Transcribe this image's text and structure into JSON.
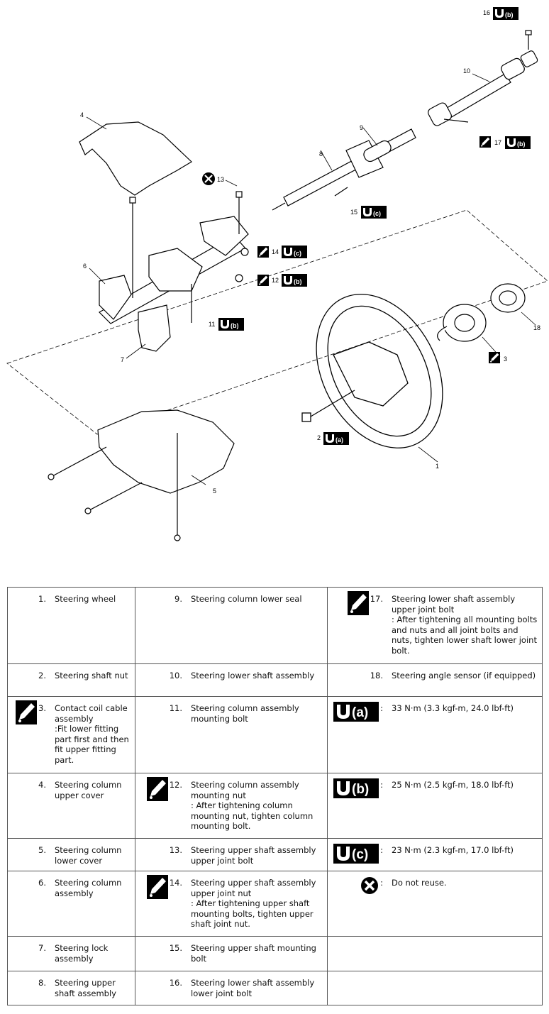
{
  "diagram": {
    "callouts": [
      "1",
      "2",
      "3",
      "4",
      "5",
      "6",
      "7",
      "8",
      "9",
      "10",
      "11",
      "12",
      "13",
      "14",
      "15",
      "16",
      "17",
      "18"
    ],
    "torque_marks": [
      "(a)",
      "(b)",
      "(c)"
    ]
  },
  "legend": {
    "rows": [
      [
        {
          "num": "1.",
          "text": "Steering wheel"
        },
        {
          "num": "9.",
          "text": "Steering column lower seal"
        },
        {
          "num": "17.",
          "icon": "apply-grease-icon",
          "text": "Steering lower shaft assembly upper joint bolt\n: After tightening all mounting bolts and nuts and all joint bolts and nuts, tighten lower shaft lower joint bolt."
        }
      ],
      [
        {
          "num": "2.",
          "text": "Steering shaft nut"
        },
        {
          "num": "10.",
          "text": "Steering lower shaft assembly"
        },
        {
          "num": "18.",
          "text": "Steering angle sensor (if equipped)"
        }
      ],
      [
        {
          "num": "3.",
          "icon": "apply-grease-icon",
          "text": "Contact coil cable assembly\n:Fit lower fitting part first and then fit upper fitting part."
        },
        {
          "num": "11.",
          "text": "Steering column assembly mounting bolt"
        },
        {
          "num": ":",
          "icon": "torque-a-icon",
          "mark": "(a)",
          "text": "33 N·m (3.3 kgf-m, 24.0 lbf-ft)"
        }
      ],
      [
        {
          "num": "4.",
          "text": "Steering column upper cover"
        },
        {
          "num": "12.",
          "icon": "apply-grease-icon",
          "text": "Steering column assembly mounting nut\n: After tightening column mounting nut, tighten column mounting bolt."
        },
        {
          "num": ":",
          "icon": "torque-b-icon",
          "mark": "(b)",
          "text": "25 N·m (2.5 kgf-m, 18.0 lbf-ft)"
        }
      ],
      [
        {
          "num": "5.",
          "text": "Steering column lower cover"
        },
        {
          "num": "13.",
          "text": "Steering upper shaft assembly upper joint bolt"
        },
        {
          "num": ":",
          "icon": "torque-c-icon",
          "mark": "(c)",
          "text": "23 N·m (2.3 kgf-m, 17.0 lbf-ft)"
        }
      ],
      [
        {
          "num": "6.",
          "text": "Steering column assembly"
        },
        {
          "num": "14.",
          "icon": "apply-grease-icon",
          "text": "Steering upper shaft assembly upper joint nut\n: After tightening upper shaft mounting bolts, tighten upper shaft joint nut."
        },
        {
          "num": ":",
          "icon": "do-not-reuse-icon",
          "text": "Do not reuse."
        }
      ],
      [
        {
          "num": "7.",
          "text": "Steering lock assembly"
        },
        {
          "num": "15.",
          "text": "Steering upper shaft mounting bolt"
        },
        {
          "num": "",
          "text": ""
        }
      ],
      [
        {
          "num": "8.",
          "text": "Steering upper shaft assembly"
        },
        {
          "num": "16.",
          "text": "Steering lower shaft assembly lower joint bolt"
        },
        {
          "num": "",
          "text": ""
        }
      ]
    ]
  }
}
